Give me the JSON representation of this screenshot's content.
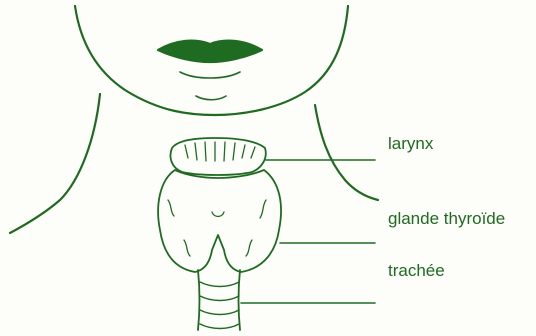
{
  "colors": {
    "ink": "#1f6b22",
    "paper": "#fdfdf9"
  },
  "labels": {
    "larynx": "larynx",
    "thyroid": "glande thyroïde",
    "trachea": "trachée"
  }
}
